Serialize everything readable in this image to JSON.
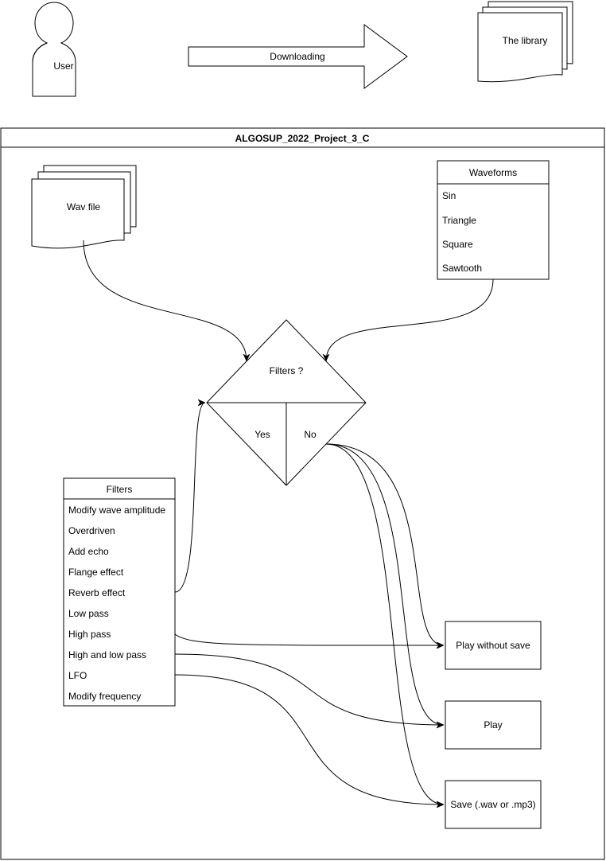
{
  "top": {
    "actor_label": "User",
    "arrow_label": "Downloading",
    "library_label": "The library"
  },
  "container": {
    "title": "ALGOSUP_2022_Project_3_C"
  },
  "wav_file_label": "Wav file",
  "waveforms": {
    "title": "Waveforms",
    "items": [
      "Sin",
      "Triangle",
      "Square",
      "Sawtooth"
    ]
  },
  "decision": {
    "label": "Filters ?",
    "yes_label": "Yes",
    "no_label": "No"
  },
  "filters": {
    "title": "Filters",
    "items": [
      "Modify wave amplitude",
      "Overdriven",
      "Add echo",
      "Flange effect",
      "Reverb effect",
      "Low pass",
      "High pass",
      "High and low pass",
      "LFO",
      "Modify frequency"
    ]
  },
  "outputs": {
    "play_without_save": "Play without save",
    "play": "Play",
    "save": "Save (.wav or .mp3)"
  }
}
